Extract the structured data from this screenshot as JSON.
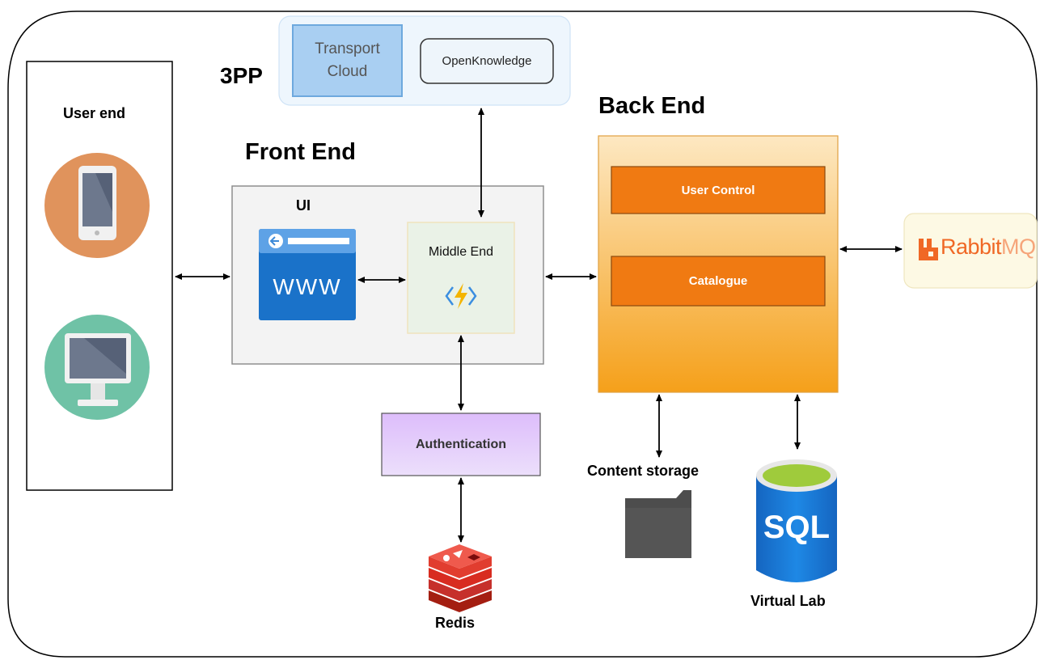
{
  "diagram": {
    "third_party": {
      "title": "3PP",
      "transport_cloud": "Transport\nCloud",
      "open_knowledge": "OpenKnowledge"
    },
    "user_end": {
      "title": "User end",
      "mobile_icon": "smartphone-icon",
      "desktop_icon": "desktop-monitor-icon"
    },
    "front_end": {
      "title": "Front End",
      "ui_label": "UI",
      "www_label": "WWW",
      "middle_end": "Middle End",
      "middle_icon": "azure-function-icon"
    },
    "back_end": {
      "title": "Back End",
      "user_control": "User Control",
      "catalogue": "Catalogue"
    },
    "rabbitmq": {
      "brand": "Rabbit",
      "suffix": "MQ",
      "icon": "rabbitmq-logo"
    },
    "authentication": "Authentication",
    "redis": {
      "label": "Redis",
      "icon": "redis-icon"
    },
    "content_storage": {
      "label": "Content storage",
      "icon": "folder-icon"
    },
    "virtual_lab": {
      "label": "Virtual Lab",
      "icon": "sql-database-icon",
      "icon_text": "SQL"
    },
    "colors": {
      "orange_box": "#f07a12",
      "back_end_fill_top": "#fde9c4",
      "back_end_fill_bottom": "#f6a11c",
      "auth_fill": "#e3c8fb",
      "third_party_fill": "#eef6fd",
      "transport_fill": "#a9cff2",
      "phone_circle": "#e0935c",
      "desktop_circle": "#6fc2a6",
      "www_blue": "#1a72c9"
    }
  }
}
